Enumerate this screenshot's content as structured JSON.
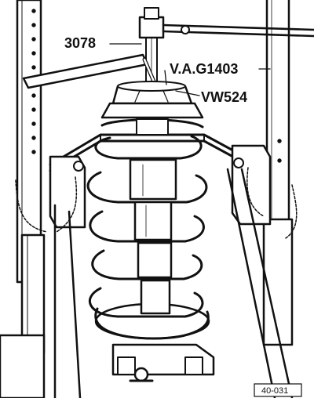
{
  "labels": {
    "tool_3078": "3078",
    "tool_vag1403": "V.A.G1403",
    "tool_vw524": "VW524"
  },
  "figure_code": "40-031",
  "colors": {
    "ink": "#111111",
    "paper": "#ffffff"
  }
}
